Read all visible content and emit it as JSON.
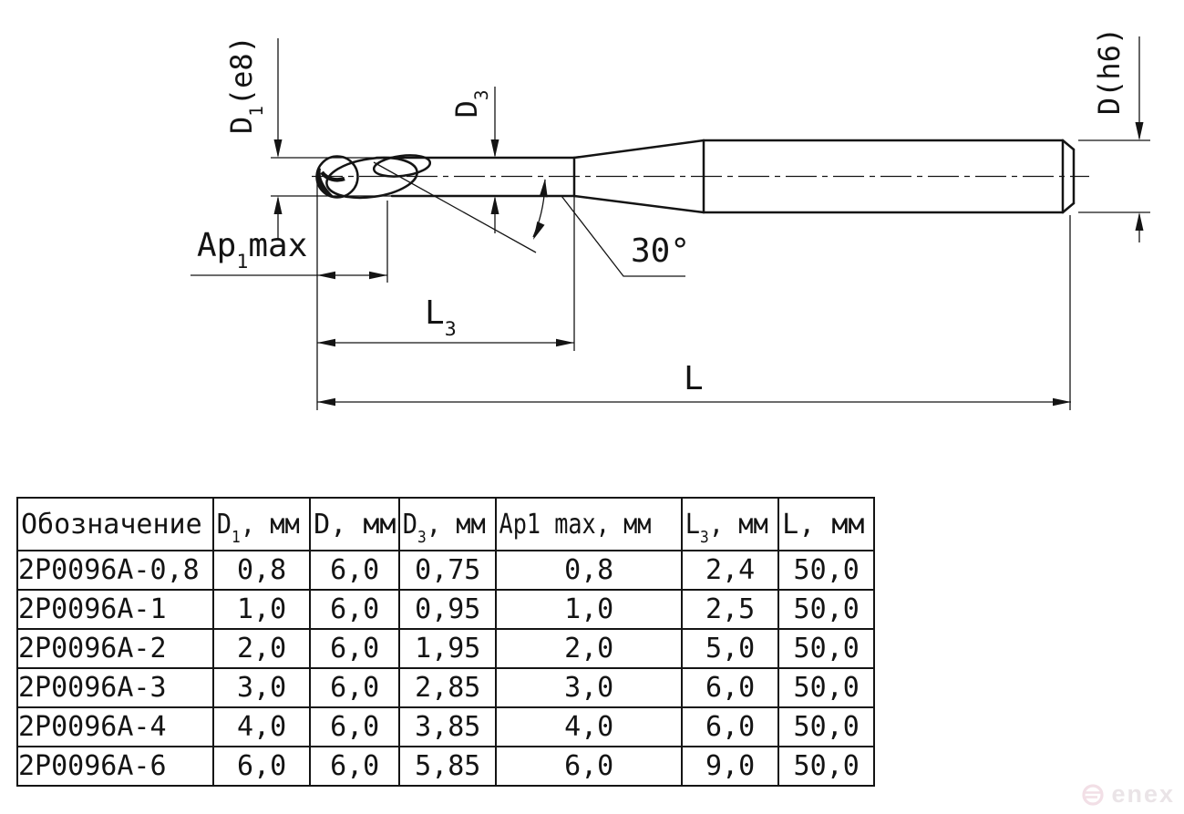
{
  "drawing": {
    "labels": {
      "d1": {
        "base": "D",
        "sub": "1",
        "suffix": "(e8)"
      },
      "d3": {
        "base": "D",
        "sub": "3",
        "suffix": ""
      },
      "dh6": {
        "base": "D(h6)",
        "sub": "",
        "suffix": ""
      },
      "ap": {
        "base": "Ap",
        "sub": "1",
        "suffix": "max"
      },
      "angle": {
        "base": "30°",
        "sub": "",
        "suffix": ""
      },
      "l3": {
        "base": "L",
        "sub": "3",
        "suffix": ""
      },
      "l": {
        "base": "L",
        "sub": "",
        "suffix": ""
      }
    }
  },
  "table": {
    "headers": [
      {
        "base": "Обозначение",
        "sub": "",
        "suffix": ""
      },
      {
        "base": "D",
        "sub": "1",
        "suffix": ", мм"
      },
      {
        "base": "D",
        "sub": "",
        "suffix": ", мм"
      },
      {
        "base": "D",
        "sub": "3",
        "suffix": ", мм"
      },
      {
        "base": "Ap1 max",
        "sub": "",
        "suffix": ", мм"
      },
      {
        "base": "L",
        "sub": "3",
        "suffix": ", мм"
      },
      {
        "base": "L",
        "sub": "",
        "suffix": ", мм"
      }
    ],
    "rows": [
      [
        "2P0096A-0,8",
        "0,8",
        "6,0",
        "0,75",
        "0,8",
        "2,4",
        "50,0"
      ],
      [
        "2P0096A-1",
        "1,0",
        "6,0",
        "0,95",
        "1,0",
        "2,5",
        "50,0"
      ],
      [
        "2P0096A-2",
        "2,0",
        "6,0",
        "1,95",
        "2,0",
        "5,0",
        "50,0"
      ],
      [
        "2P0096A-3",
        "3,0",
        "6,0",
        "2,85",
        "3,0",
        "6,0",
        "50,0"
      ],
      [
        "2P0096A-4",
        "4,0",
        "6,0",
        "3,85",
        "4,0",
        "6,0",
        "50,0"
      ],
      [
        "2P0096A-6",
        "6,0",
        "6,0",
        "5,85",
        "6,0",
        "9,0",
        "50,0"
      ]
    ]
  },
  "watermark": {
    "text": "enex"
  },
  "colors": {
    "ink": "#141414",
    "watermark_pink": "#f2dfe6",
    "watermark_gray": "#eae4e7"
  }
}
